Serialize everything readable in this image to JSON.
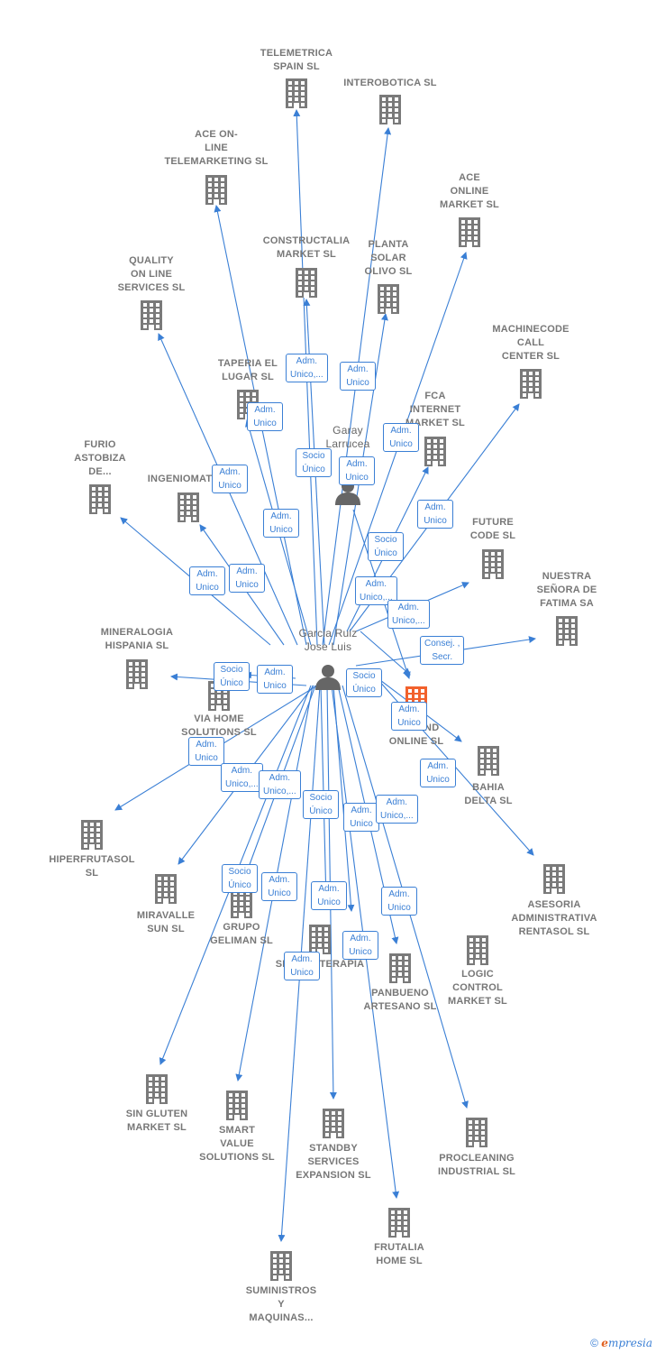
{
  "colors": {
    "edge": "#3a7fd5",
    "company": "#7a7a7a",
    "highlight": "#f2612c",
    "person": "#666666"
  },
  "people": [
    {
      "id": "garcia",
      "label": "Garcia Ruiz\nJose Luis",
      "icon": "person-icon"
    },
    {
      "id": "garay",
      "label": "Garay\nLarrucea\n...",
      "icon": "person-icon"
    }
  ],
  "companies": [
    {
      "id": "telemetrica",
      "label": "TELEMETRICA\nSPAIN  SL"
    },
    {
      "id": "interobotica",
      "label": "INTEROBOTICA SL"
    },
    {
      "id": "aceonline_tm",
      "label": "ACE ON-\nLINE\nTELEMARKETING SL"
    },
    {
      "id": "aceonline_mk",
      "label": "ACE\nONLINE\nMARKET  SL"
    },
    {
      "id": "constructalia",
      "label": "CONSTRUCTALIA\nMARKET  SL"
    },
    {
      "id": "planta",
      "label": "PLANTA\nSOLAR\nOLIVO SL"
    },
    {
      "id": "quality",
      "label": "QUALITY\nON LINE\nSERVICES  SL"
    },
    {
      "id": "machinecode",
      "label": "MACHINECODE\nCALL\nCENTER  SL"
    },
    {
      "id": "taperia",
      "label": "TAPERIA EL\nLUGAR SL"
    },
    {
      "id": "fca",
      "label": "FCA\nINTERNET\nMARKET  SL"
    },
    {
      "id": "furio",
      "label": "FURIO\nASTOBIZA\nDE..."
    },
    {
      "id": "ingeniomatrix",
      "label": "INGENIOMATRIX"
    },
    {
      "id": "future",
      "label": "FUTURE\nCODE  SL"
    },
    {
      "id": "nuestra",
      "label": "NUESTRA\nSEÑORA DE\nFATIMA SA"
    },
    {
      "id": "mineralogia",
      "label": "MINERALOGIA\nHISPANIA  SL"
    },
    {
      "id": "viahome",
      "label": "VIA HOME\nSOLUTIONS SL"
    },
    {
      "id": "domand",
      "label": "DOMAND\nONLINE  SL",
      "highlight": true
    },
    {
      "id": "bahia",
      "label": "BAHIA\nDELTA SL"
    },
    {
      "id": "hiperfrutasol",
      "label": "HIPERFRUTASOL\nSL"
    },
    {
      "id": "asesoria",
      "label": "ASESORIA\nADMINISTRATIVA\nRENTASOL SL"
    },
    {
      "id": "miravalle",
      "label": "MIRAVALLE\nSUN  SL"
    },
    {
      "id": "geliman",
      "label": "GRUPO\nGELIMAN  SL"
    },
    {
      "id": "shiatsu",
      "label": "SHIATSUTERAPIA"
    },
    {
      "id": "logic",
      "label": "LOGIC\nCONTROL\nMARKET  SL"
    },
    {
      "id": "panbueno",
      "label": "PANBUENO\nARTESANO  SL"
    },
    {
      "id": "singluten",
      "label": "SIN GLUTEN\nMARKET  SL"
    },
    {
      "id": "smart",
      "label": "SMART\nVALUE\nSOLUTIONS SL"
    },
    {
      "id": "standby",
      "label": "STANDBY\nSERVICES\nEXPANSION SL"
    },
    {
      "id": "procleaning",
      "label": "PROCLEANING\nINDUSTRIAL SL"
    },
    {
      "id": "frutalia",
      "label": "FRUTALIA\nHOME  SL"
    },
    {
      "id": "suministros",
      "label": "SUMINISTROS\nY\nMAQUINAS..."
    }
  ],
  "relations": [
    "Adm.\nUnico,...",
    "Adm.\nUnico",
    "Adm.\nUnico",
    "Adm.\nUnico",
    "Socio\nÚnico",
    "Adm.\nUnico",
    "Adm.\nUnico",
    "Adm.\nUnico",
    "Adm.\nUnico",
    "Socio\nÚnico",
    "Adm.\nUnico",
    "Adm.\nUnico",
    "Adm.\nUnico,...",
    "Adm.\nUnico,...",
    "Consej. ,\nSecr.",
    "Socio\nÚnico",
    "Adm.\nUnico",
    "Socio\nÚnico",
    "Adm.\nUnico",
    "Adm.\nUnico",
    "Adm.\nUnico",
    "Adm.\nUnico,...",
    "Adm.\nUnico,...",
    "Socio\nÚnico",
    "Adm.\nUnico",
    "Adm.\nUnico,...",
    "Socio\nÚnico",
    "Adm.\nUnico",
    "Adm.\nUnico",
    "Adm.\nUnico",
    "Adm.\nUnico",
    "Adm.\nUnico"
  ],
  "footer": {
    "copyright_symbol": "©",
    "brand_initial": "e",
    "brand_rest": "mpresia"
  }
}
